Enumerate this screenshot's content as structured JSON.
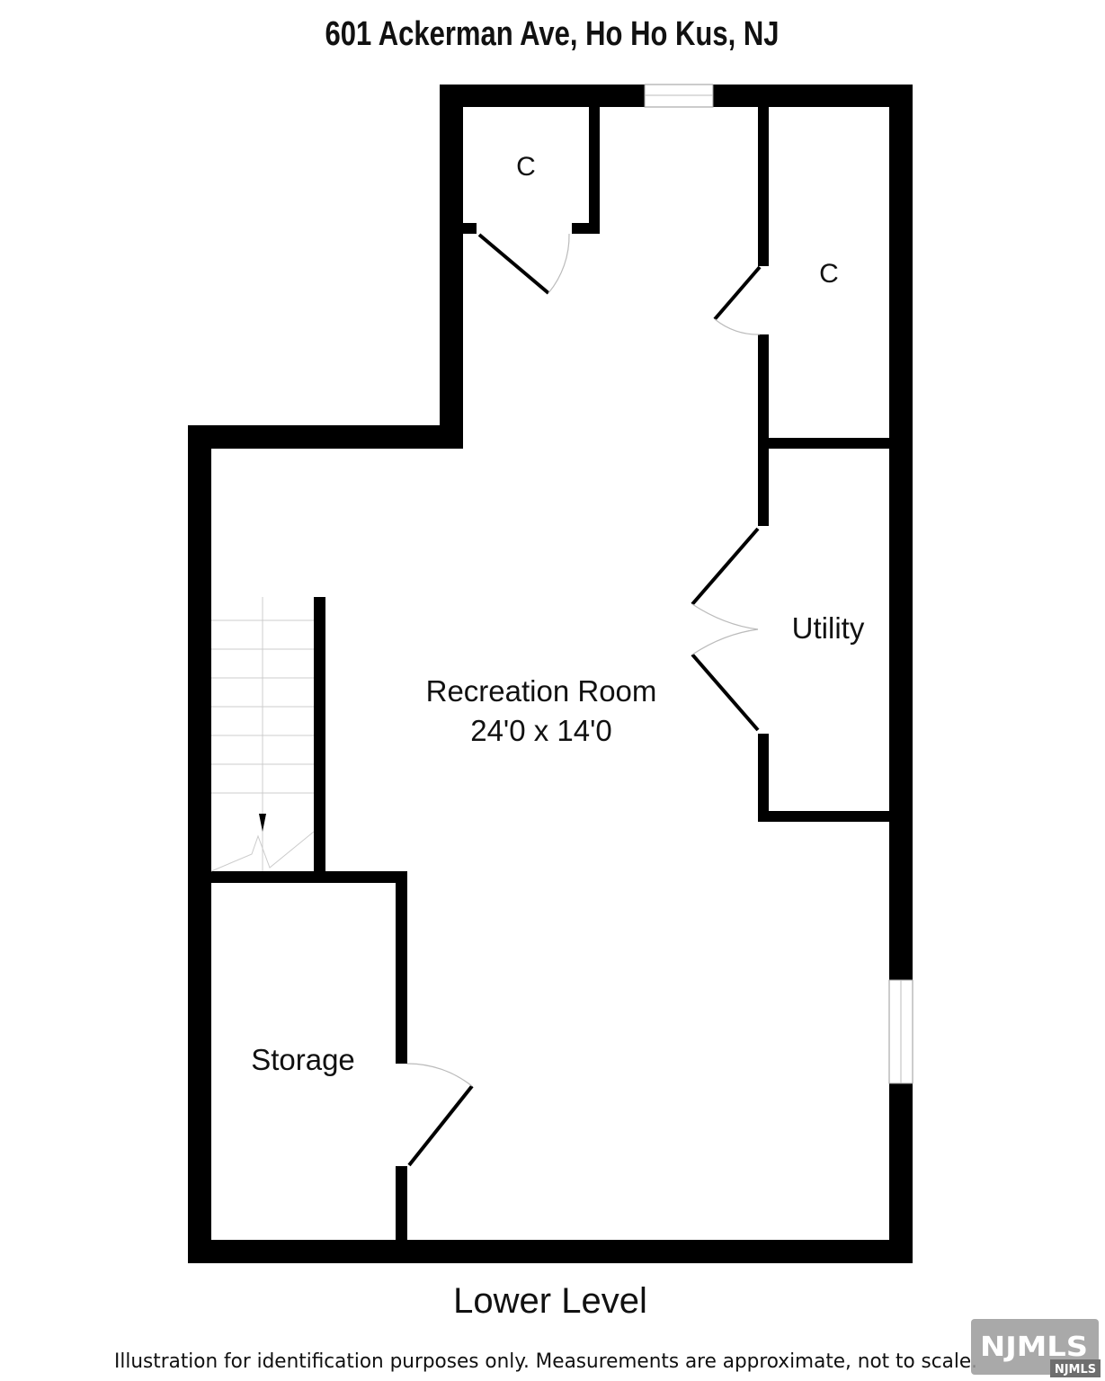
{
  "title": "601 Ackerman Ave, Ho Ho Kus, NJ",
  "rooms": {
    "closet_left": "C",
    "closet_right": "C",
    "utility": "Utility",
    "recreation": {
      "name": "Recreation Room",
      "dimensions": "24'0 x 14'0"
    },
    "storage": "Storage"
  },
  "level": "Lower Level",
  "disclaimer": "Illustration for identification purposes only. Measurements are approximate, not to scale.",
  "logo": {
    "big": "NJMLS",
    "small": "NJMLS"
  },
  "colors": {
    "wall": "#000000",
    "background": "#ffffff",
    "logo_bg": "#9a9a9a"
  }
}
